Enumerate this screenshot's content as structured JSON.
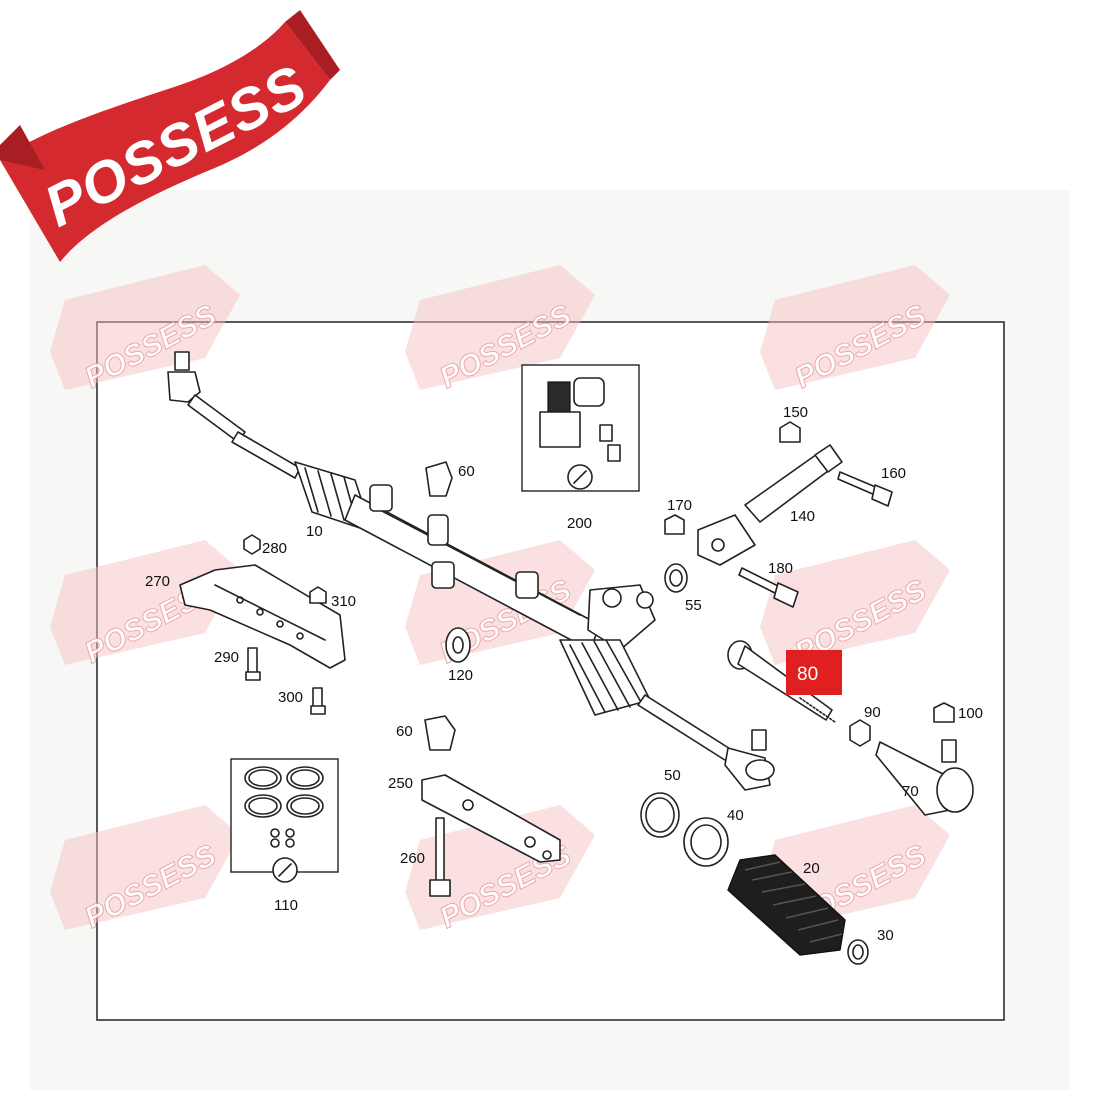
{
  "brand": {
    "logo_text": "POSSESS",
    "watermark_text": "POSSESS",
    "logo_color": "#d42a2f",
    "watermark_color": "#f2b3b3"
  },
  "diagram": {
    "highlight_color": "#e02020",
    "labels": {
      "p10": "10",
      "p20": "20",
      "p30": "30",
      "p40": "40",
      "p50": "50",
      "p55": "55",
      "p60a": "60",
      "p60b": "60",
      "p70": "70",
      "p80": "80",
      "p90": "90",
      "p100": "100",
      "p110": "110",
      "p120": "120",
      "p140": "140",
      "p150": "150",
      "p160": "160",
      "p170": "170",
      "p180": "180",
      "p200": "200",
      "p250": "250",
      "p260": "260",
      "p270": "270",
      "p280": "280",
      "p290": "290",
      "p300": "300",
      "p310": "310"
    }
  }
}
